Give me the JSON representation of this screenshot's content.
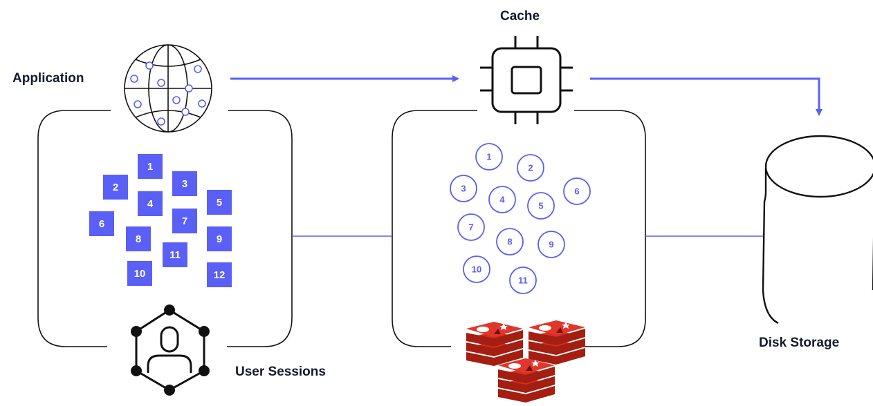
{
  "labels": {
    "application": "Application",
    "cache": "Cache",
    "disk_storage": "Disk Storage",
    "user_sessions": "User Sessions"
  },
  "session_squares": [
    "1",
    "2",
    "3",
    "4",
    "5",
    "6",
    "7",
    "8",
    "9",
    "10",
    "11",
    "12"
  ],
  "cache_circles": [
    "1",
    "2",
    "3",
    "4",
    "5",
    "6",
    "7",
    "8",
    "9",
    "10",
    "11"
  ],
  "icons": {
    "application": "globe-icon",
    "cache": "chip-icon",
    "storage": "cylinder-icon",
    "sessions": "user-network-icon",
    "cache_engine": "redis-logo"
  },
  "colors": {
    "accent": "#5a5ff5",
    "text": "#141a2e",
    "outline": "#111111",
    "redis_red": "#d82c20"
  }
}
